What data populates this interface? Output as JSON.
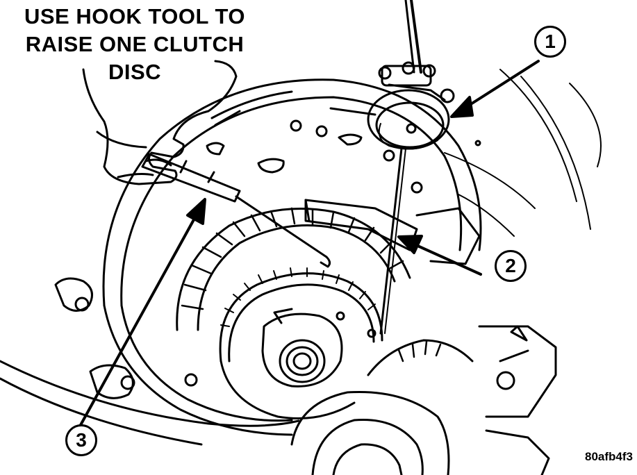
{
  "instruction": {
    "line1": "USE HOOK TOOL TO",
    "line2": "RAISE ONE CLUTCH",
    "line3": "DISC"
  },
  "callouts": [
    {
      "number": "1",
      "target": "dial indicator"
    },
    {
      "number": "2",
      "target": "indicator plunger on clutch pack"
    },
    {
      "number": "3",
      "target": "hook tool"
    }
  ],
  "figure_code": "80afb4f3",
  "colors": {
    "ink": "#000000",
    "paper": "#ffffff"
  }
}
